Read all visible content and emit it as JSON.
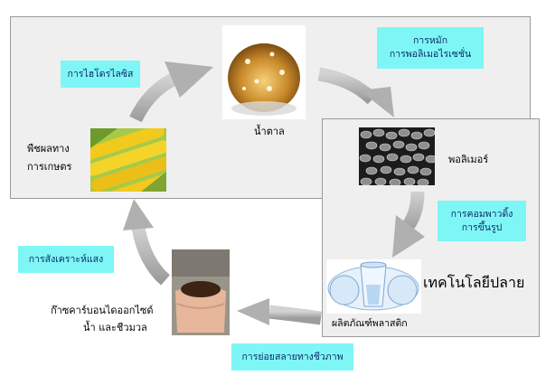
{
  "labels": {
    "hydrolysis": "การไฮโดรไลซิส",
    "fermentation_1": "การหมัก",
    "fermentation_2": "การพอลิเมอไรเซชั่น",
    "sugar": "น้ำตาล",
    "polymer": "พอลิเมอร์",
    "crop_1": "พืชผลทาง",
    "crop_2": "การเกษตร",
    "compounding_1": "การคอมพาวดิ้ง",
    "compounding_2": "การขึ้นรูป",
    "downstream_tech": "เทคโนโลยีปลาย",
    "plastic_product": "ผลิตภัณฑ์พลาสติก",
    "photosynthesis": "การสังเคราะห์แสง",
    "gas_1": "ก๊าซคาร์บอนไดออกไซด์",
    "gas_2": "น้ำ และชีวมวล",
    "biodegradation": "การย่อยสลายทางชีวภาพ"
  },
  "images": {
    "sugar": "sugar-crystals-photo",
    "polymer": "polymer-pellets-photo",
    "crop": "corn-cobs-photo",
    "soil": "soil-in-hands-photo",
    "plastic": "clear-plastic-cups-photo"
  },
  "colors": {
    "panel_bg": "#efefef",
    "label_bg": "#7ff6f6",
    "label_text": "#0d2a6a",
    "arrow": "#b4b4b4"
  }
}
